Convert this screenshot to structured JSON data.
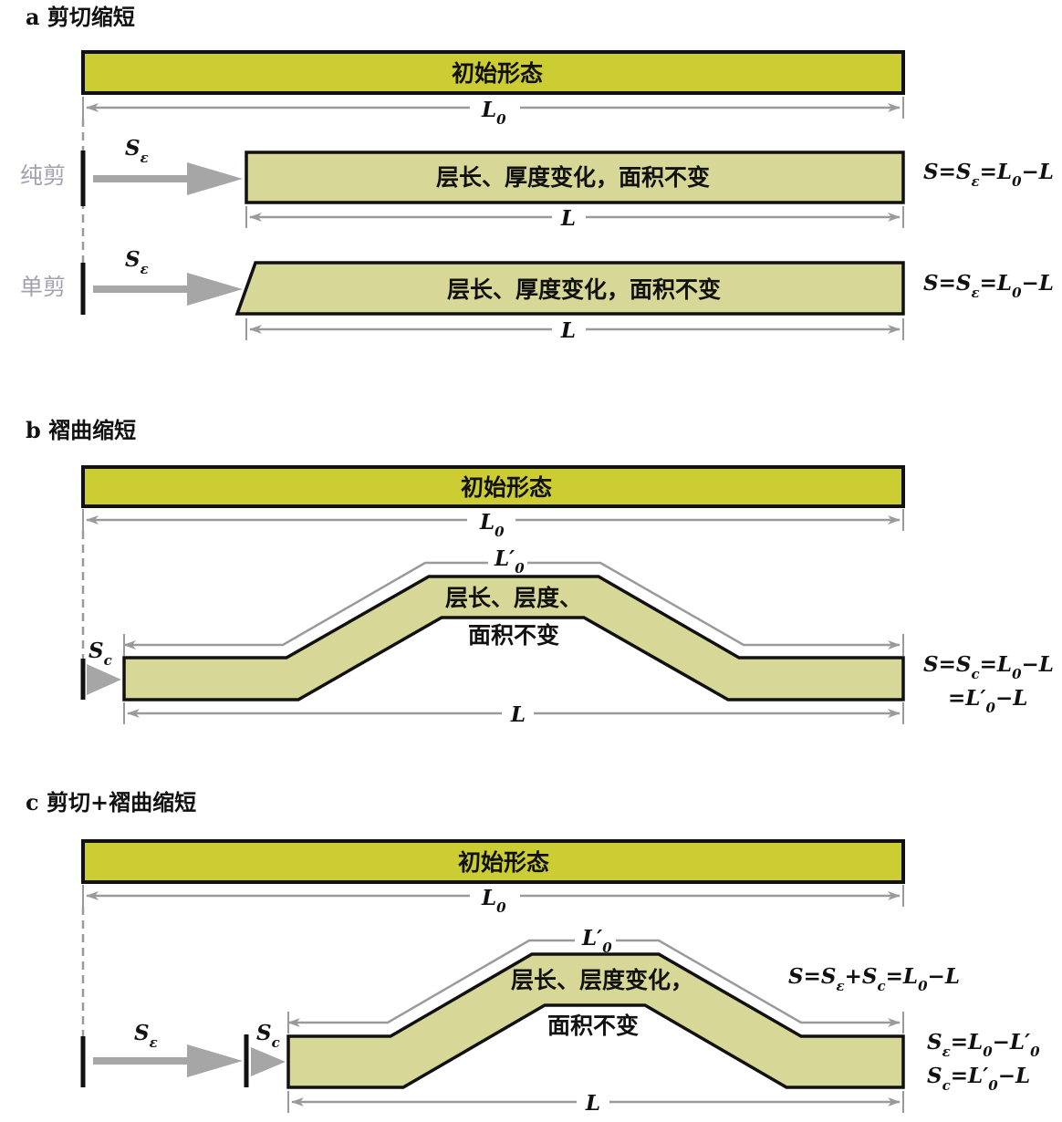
{
  "panels": {
    "a": {
      "title": "a 剪切缩短",
      "initial_label": "初始形态",
      "L0_label": "L",
      "L0_sub": "0",
      "rows": [
        {
          "side_label": "纯剪",
          "arrow_label": "S",
          "arrow_sub": "ε",
          "bar_text": "层长、厚度变化，面积不变",
          "length_label": "L",
          "eq": {
            "p1": "S=S",
            "s1": "ε",
            "p2": "=L",
            "s2": "0",
            "p3": "−L"
          }
        },
        {
          "side_label": "单剪",
          "arrow_label": "S",
          "arrow_sub": "ε",
          "bar_text": "层长、厚度变化，面积不变",
          "length_label": "L",
          "eq": {
            "p1": "S=S",
            "s1": "ε",
            "p2": "=L",
            "s2": "0",
            "p3": "−L"
          }
        }
      ]
    },
    "b": {
      "title": "b 褶曲缩短",
      "initial_label": "初始形态",
      "L0_label": "L",
      "L0_sub": "0",
      "fold_len_label": "L′",
      "fold_len_sub": "0",
      "fold_text_1": "层长、层度、",
      "fold_text_2": "面积不变",
      "sc_label": "S",
      "sc_sub": "c",
      "length_label": "L",
      "eq1": {
        "p1": "S=S",
        "s1": "c",
        "p2": "=L",
        "s2": "0",
        "p3": "−L"
      },
      "eq2": {
        "p1": "=L′",
        "s1": "0",
        "p2": "−L"
      }
    },
    "c": {
      "title": "c 剪切+褶曲缩短",
      "initial_label": "初始形态",
      "L0_label": "L",
      "L0_sub": "0",
      "fold_len_label": "L′",
      "fold_len_sub": "0",
      "fold_text_1": "层长、层度变化，",
      "fold_text_2": "面积不变",
      "se_label": "S",
      "se_sub": "ε",
      "sc_label": "S",
      "sc_sub": "c",
      "length_label": "L",
      "eq_top": {
        "p1": "S=S",
        "s1": "ε",
        "p2": "+S",
        "s2": "c",
        "p3": "=L",
        "s3": "0",
        "p4": "−L"
      },
      "eq_se": {
        "p1": "S",
        "s1": "ε",
        "p2": "=L",
        "s2": "0",
        "p3": "−L′",
        "s3": "0"
      },
      "eq_sc": {
        "p1": "S",
        "s1": "c",
        "p2": "=L′",
        "s2": "0",
        "p3": "−L"
      }
    }
  },
  "colors": {
    "initial_fill": "#cccc33",
    "layer_fill": "#d7d797",
    "arrow_gray": "#a6a6a6",
    "side_label": "#a5a0b0"
  }
}
